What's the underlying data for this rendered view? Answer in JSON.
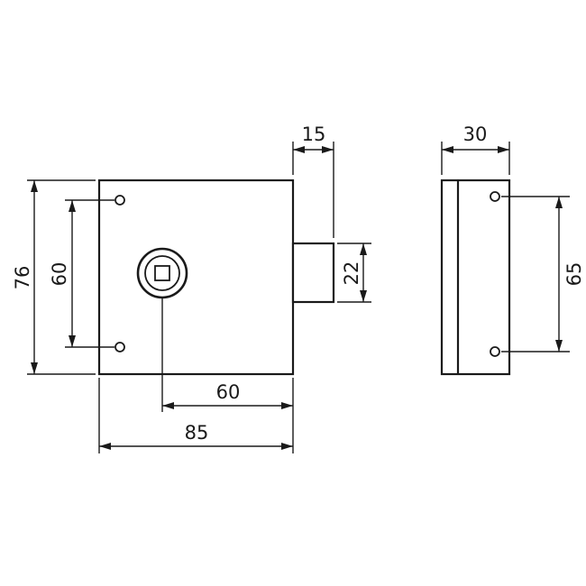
{
  "drawing": {
    "labels": {
      "dim_latch_protrusion": "15",
      "dim_side_depth": "30",
      "dim_body_height": "76",
      "dim_front_hole_spacing": "60",
      "dim_latch_height": "22",
      "dim_side_hole_spacing": "65",
      "dim_spindle_to_edge": "60",
      "dim_body_width": "85"
    },
    "colors": {
      "line": "#1a1a1a",
      "background": "#ffffff"
    }
  }
}
